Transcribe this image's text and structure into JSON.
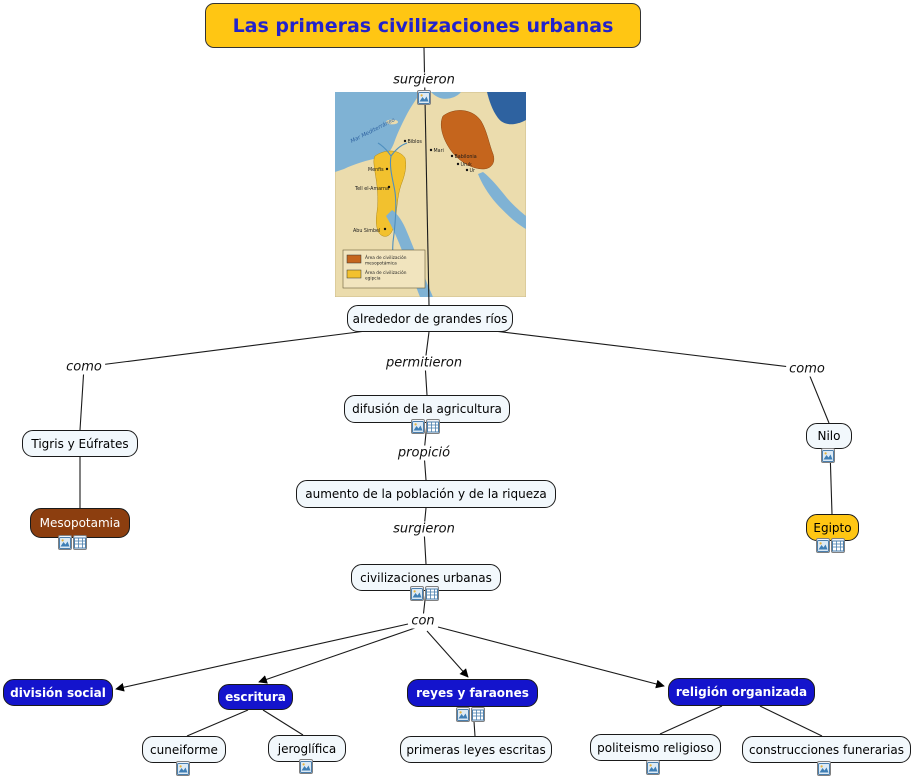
{
  "title": "Las primeras civilizaciones urbanas",
  "linking": {
    "surgieron1": "surgieron",
    "como_left": "como",
    "permitieron": "permitieron",
    "como_right": "como",
    "propicio": "propició",
    "surgieron2": "surgieron",
    "con": "con"
  },
  "concepts": {
    "grandes_rios": "alrededor de grandes ríos",
    "tigris_eufrates": "Tigris y Eúfrates",
    "mesopotamia": "Mesopotamia",
    "difusion_agricultura": "difusión de la agricultura",
    "aumento_poblacion": "aumento de la población y de la riqueza",
    "civilizaciones_urbanas": "civilizaciones urbanas",
    "nilo": "Nilo",
    "egipto": "Egipto",
    "division_social": "división social",
    "escritura": "escritura",
    "reyes_faraones": "reyes y faraones",
    "religion_organizada": "religión organizada",
    "cuneiforme": "cuneiforme",
    "jeroglifica": "jeroglífica",
    "primeras_leyes": "primeras leyes escritas",
    "politeismo": "politeismo religioso",
    "construcciones_funerarias": "construcciones funerarias"
  },
  "map": {
    "sea_label": "Mar Mediterráneo",
    "cities": [
      "Biblos",
      "Mari",
      "Babilonia",
      "Uruk",
      "Ur",
      "Menfis",
      "Tell el-Amarna",
      "Abu Simbel"
    ],
    "legend": [
      {
        "color": "#C5651D",
        "line1": "Área de civilización",
        "line2": "mesopotámica"
      },
      {
        "color": "#F2C12E",
        "line1": "Área de civilización",
        "line2": "egipcia"
      }
    ]
  },
  "colors": {
    "title_bg": "#FFC613",
    "title_text": "#2222CC",
    "concept_bg": "#F2F8FC",
    "blue_concept_bg": "#1414CC",
    "mesopotamia_bg": "#8C3E0F",
    "egipto_bg": "#FFC613",
    "line": "#1a1a1a"
  }
}
